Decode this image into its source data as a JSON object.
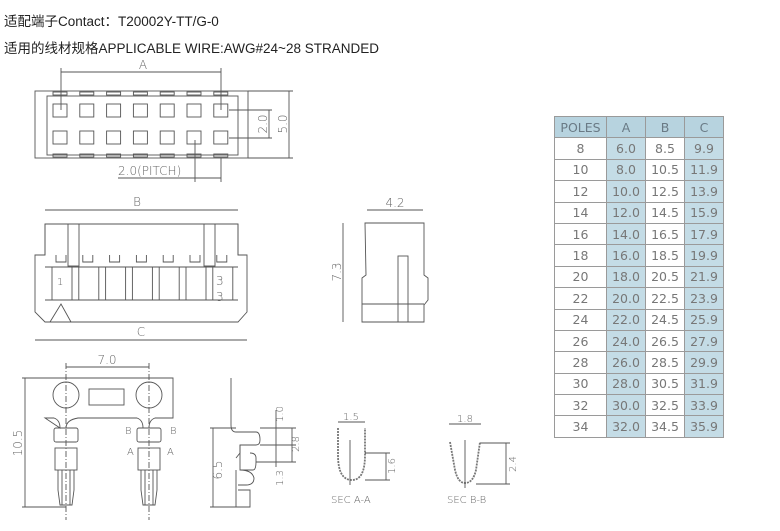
{
  "header": {
    "contact_line": "适配端子Contact：T20002Y-TT/G-0",
    "wire_line": "适用的线材规格APPLICABLE WIRE:AWG#24~28 STRANDED"
  },
  "top_view": {
    "dim_a": "A",
    "dim_row_pitch": "2.0",
    "dim_height": "5.0",
    "dim_pitch": "2.0(PITCH)"
  },
  "front_view": {
    "dim_b": "B",
    "dim_c": "C",
    "pin_1": "1",
    "pin_3a": "3",
    "pin_3b": "3"
  },
  "side_view": {
    "dim_width": "4.2",
    "dim_height": "7.3"
  },
  "terminal_view": {
    "dim_spacing": "7.0",
    "dim_length": "10.5",
    "mark_b_left": "B",
    "mark_b_right": "B",
    "mark_a_left": "A",
    "mark_a_right": "A",
    "dim_side_length": "6.5",
    "dim_top": "1.0",
    "dim_mid": "2.8",
    "dim_low": "1.3"
  },
  "sections": {
    "a_a": {
      "label": "SEC A-A",
      "width": "1.5",
      "height": "1.6"
    },
    "b_b": {
      "label": "SEC B-B",
      "width": "1.8",
      "height": "2.4"
    }
  },
  "table": {
    "headers": [
      "POLES",
      "A",
      "B",
      "C"
    ],
    "rows": [
      [
        "8",
        "6.0",
        "8.5",
        "9.9"
      ],
      [
        "10",
        "8.0",
        "10.5",
        "11.9"
      ],
      [
        "12",
        "10.0",
        "12.5",
        "13.9"
      ],
      [
        "14",
        "12.0",
        "14.5",
        "15.9"
      ],
      [
        "16",
        "14.0",
        "16.5",
        "17.9"
      ],
      [
        "18",
        "16.0",
        "18.5",
        "19.9"
      ],
      [
        "20",
        "18.0",
        "20.5",
        "21.9"
      ],
      [
        "22",
        "20.0",
        "22.5",
        "23.9"
      ],
      [
        "24",
        "22.0",
        "24.5",
        "25.9"
      ],
      [
        "26",
        "24.0",
        "26.5",
        "27.9"
      ],
      [
        "28",
        "26.0",
        "28.5",
        "29.9"
      ],
      [
        "30",
        "28.0",
        "30.5",
        "31.9"
      ],
      [
        "32",
        "30.0",
        "32.5",
        "33.9"
      ],
      [
        "34",
        "32.0",
        "34.5",
        "35.9"
      ]
    ]
  }
}
